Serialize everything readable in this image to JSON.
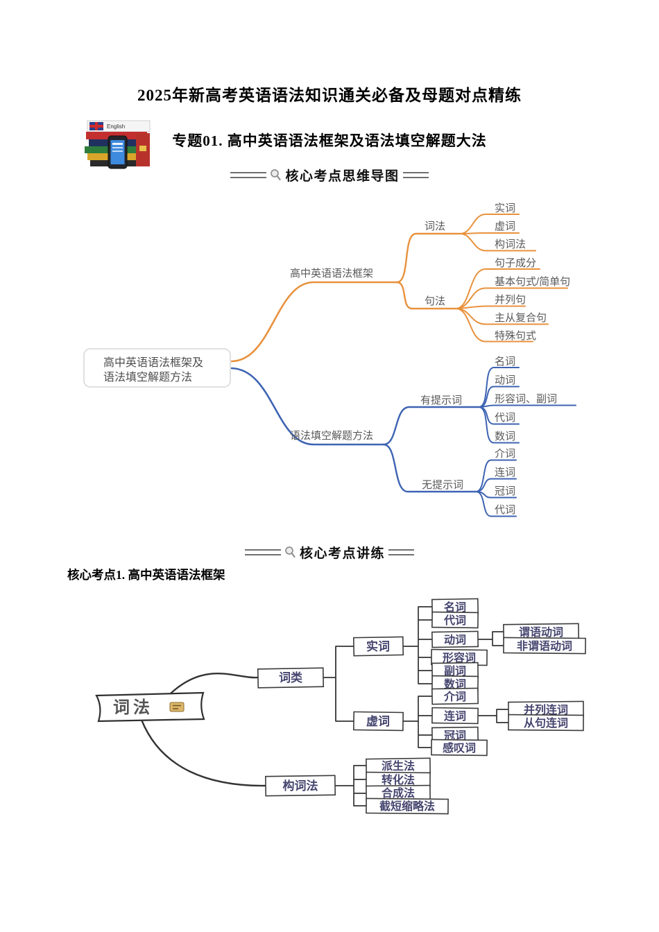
{
  "page": {
    "title": "2025年新高考英语语法知识通关必备及母题对点精练",
    "subtitle": "专题01. 高中英语语法框架及语法填空解题大法"
  },
  "books": {
    "label": "English"
  },
  "sections": {
    "mindmap": "核心考点思维导图",
    "practice": "核心考点讲练",
    "key_point": "核心考点1. 高中英语语法框架"
  },
  "colors": {
    "orange": "#E8913C",
    "blue": "#3D63B2",
    "sketch": "#333333"
  },
  "mm1": {
    "root_line1": "高中英语语法框架及",
    "root_line2": "语法填空解题方法",
    "framework": {
      "label": "高中英语语法框架",
      "cifa": "词法",
      "cifa_leaves": [
        "实词",
        "虚词",
        "构词法"
      ],
      "jufa": "句法",
      "jufa_leaves": [
        "句子成分",
        "基本句式/简单句",
        "并列句",
        "主从复合句",
        "特殊句式"
      ]
    },
    "fill_method": {
      "label": "语法填空解题方法",
      "hint": "有提示词",
      "hint_leaves": [
        "名词",
        "动词",
        "形容词、副词",
        "代词",
        "数词"
      ],
      "nohint": "无提示词",
      "nohint_leaves": [
        "介词",
        "连词",
        "冠词",
        "代词"
      ]
    }
  },
  "mm2": {
    "root": "词法",
    "cilei": "词类",
    "shici": "实词",
    "shici_leaves": [
      "名词",
      "代词",
      "动词",
      "形容词",
      "副词",
      "数词"
    ],
    "verb_children": [
      "谓语动词",
      "非谓语动词"
    ],
    "xuci": "虚词",
    "xuci_leaves": [
      "介词",
      "连词",
      "冠词",
      "感叹词"
    ],
    "conj_children": [
      "并列连词",
      "从句连词"
    ],
    "gouci": "构词法",
    "gouci_leaves": [
      "派生法",
      "转化法",
      "合成法",
      "截短缩略法"
    ]
  }
}
